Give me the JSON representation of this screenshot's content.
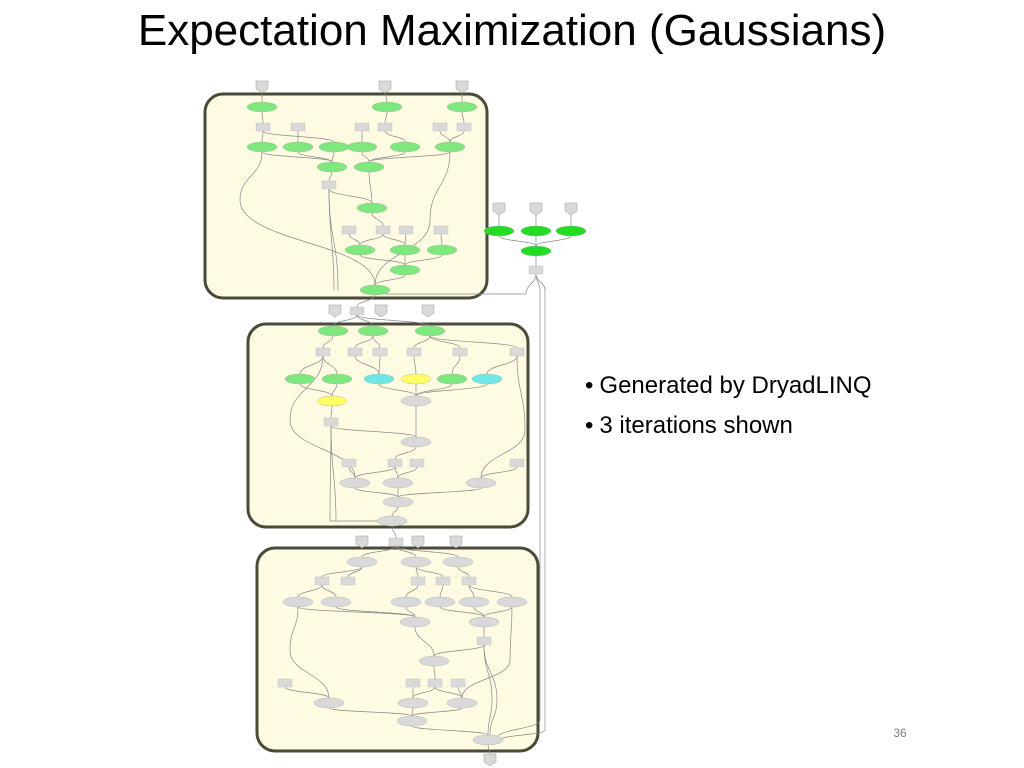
{
  "slide": {
    "title": "Expectation Maximization (Gaussians)",
    "bullets": [
      "Generated by DryadLINQ",
      "3 iterations shown"
    ],
    "page_number": "36"
  },
  "colors": {
    "panel_fill": "#fffbe3",
    "panel_border": "#4a4a38",
    "node_gray": "#d9d9d9",
    "node_green": "#7ee87e",
    "node_bright_green": "#22dd22",
    "node_cyan": "#6fe7e7",
    "node_yellow": "#ffff66",
    "edge": "#888888"
  },
  "icons": {
    "input_node": "pentagon-box",
    "vertex_rect": "gray-box",
    "vertex_ellipse": "oval"
  }
}
